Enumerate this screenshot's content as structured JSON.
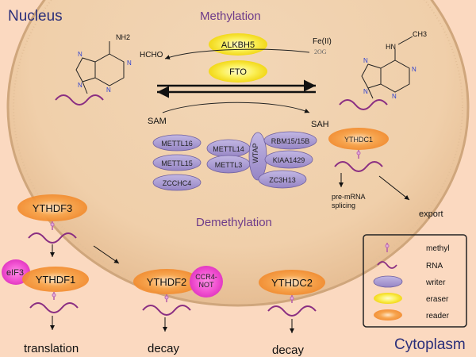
{
  "regions": {
    "nucleus": "Nucleus",
    "cytoplasm": "Cytoplasm"
  },
  "processes": {
    "methylation": "Methylation",
    "demethylation": "Demethylation"
  },
  "erasers": [
    "ALKBH5",
    "FTO"
  ],
  "cofactors": {
    "fe": "Fe(II)",
    "og": "2OG",
    "hcho": "HCHO",
    "sam": "SAM",
    "sah": "SAH"
  },
  "molecules": {
    "adenine_group": "NH2",
    "m6a_group_hn": "HN",
    "m6a_group_ch3": "CH3",
    "ring_n": "N"
  },
  "writers_left": [
    "METTL16",
    "METTL15",
    "ZCCHC4"
  ],
  "writer_complex": {
    "core": [
      "METTL14",
      "METTL3"
    ],
    "adaptor": "WTAP",
    "partners": [
      "RBM15/15B",
      "KIAA1429",
      "ZC3H13"
    ]
  },
  "nuclear_reader": {
    "name": "YTHDC1",
    "splicing": "pre-mRNA\nsplicing",
    "export": "export"
  },
  "cytoplasm_readers": {
    "ythdf3": "YTHDF3",
    "ythdf1": "YTHDF1",
    "eif3": "eIF3",
    "translation": "translation",
    "ythdf2": "YTHDF2",
    "ccr4": "CCR4-\nNOT",
    "decay1": "decay",
    "ythdc2": "YTHDC2",
    "decay2": "decay"
  },
  "legend": {
    "items": [
      "methyl",
      "RNA",
      "writer",
      "eraser",
      "reader"
    ]
  },
  "colors": {
    "background": "#fbd9c0",
    "nucleus_fill": "#f3d2ad",
    "nucleus_edge": "#d2b08c",
    "writer": "#a99bd0",
    "writer_edge": "#6f5f9e",
    "eraser": "#f6ea22",
    "reader": "#f39a3e",
    "partner": "#ee4fcf",
    "rna": "#8a2e82",
    "nucleus_title": "#2b2f7a",
    "process_text": "#6e3c8a"
  }
}
